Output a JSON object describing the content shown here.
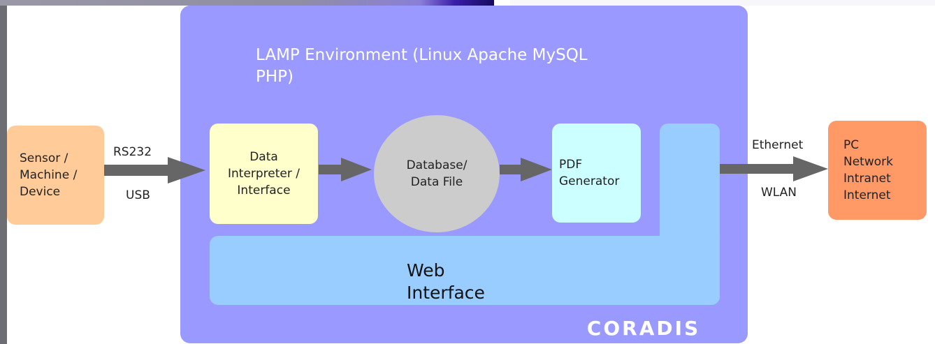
{
  "title": "LAMP Environment (Linux Apache MySQL\nPHP)",
  "nodes": {
    "sensor": "Sensor /\nMachine /\nDevice",
    "interpreter": "Data\nInterpreter /\nInterface",
    "database": "Database/\nData File",
    "pdf": "PDF\nGenerator",
    "web": "Web\nInterface",
    "pc": "PC\nNetwork\nIntranet\nInternet"
  },
  "connections": {
    "left_top": "RS232",
    "left_bottom": "USB",
    "right_top": "Ethernet",
    "right_bottom": "WLAN"
  },
  "logo": "CORADIS",
  "colors": {
    "panel": "#9999ff",
    "sensor": "#ffcc99",
    "interpreter": "#ffffcc",
    "database": "#cccccc",
    "pdf": "#ccffff",
    "web": "#99ccff",
    "pc": "#ff9966",
    "arrow": "#666666"
  }
}
